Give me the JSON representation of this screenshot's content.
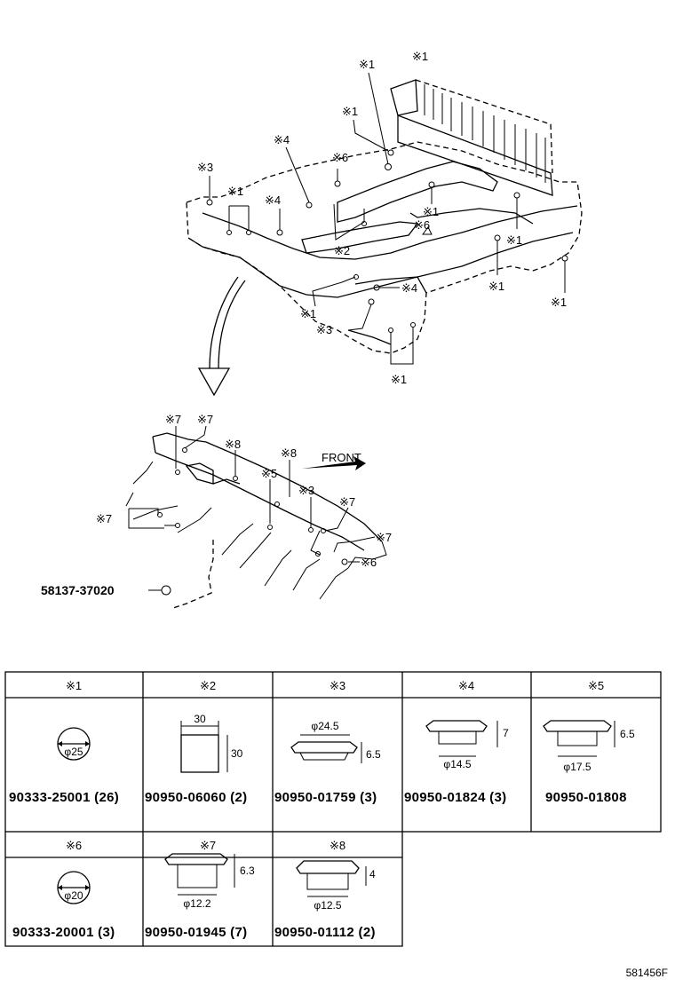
{
  "callouts": {
    "c1": "※1",
    "c2": "※2",
    "c3": "※3",
    "c4": "※4",
    "c5": "※5",
    "c6": "※6",
    "c7": "※7",
    "c8": "※8"
  },
  "front_label": "FRONT",
  "part_58137": "58137-37020",
  "figure_code": "581456F",
  "table": {
    "row1": [
      {
        "hdr": "※1",
        "pn": "90333-25001 (26)",
        "dims": [
          "φ25"
        ]
      },
      {
        "hdr": "※2",
        "pn": "90950-06060 (2)",
        "dims": [
          "30",
          "30"
        ]
      },
      {
        "hdr": "※3",
        "pn": "90950-01759 (3)",
        "dims": [
          "φ24.5",
          "6.5"
        ]
      },
      {
        "hdr": "※4",
        "pn": "90950-01824 (3)",
        "dims": [
          "7",
          "φ14.5"
        ]
      },
      {
        "hdr": "※5",
        "pn": "90950-01808",
        "dims": [
          "6.5",
          "φ17.5"
        ]
      }
    ],
    "row2": [
      {
        "hdr": "※6",
        "pn": "90333-20001 (3)",
        "dims": [
          "φ20"
        ]
      },
      {
        "hdr": "※7",
        "pn": "90950-01945 (7)",
        "dims": [
          "6.3",
          "φ12.2"
        ]
      },
      {
        "hdr": "※8",
        "pn": "90950-01112 (2)",
        "dims": [
          "4",
          "φ12.5"
        ]
      }
    ]
  }
}
